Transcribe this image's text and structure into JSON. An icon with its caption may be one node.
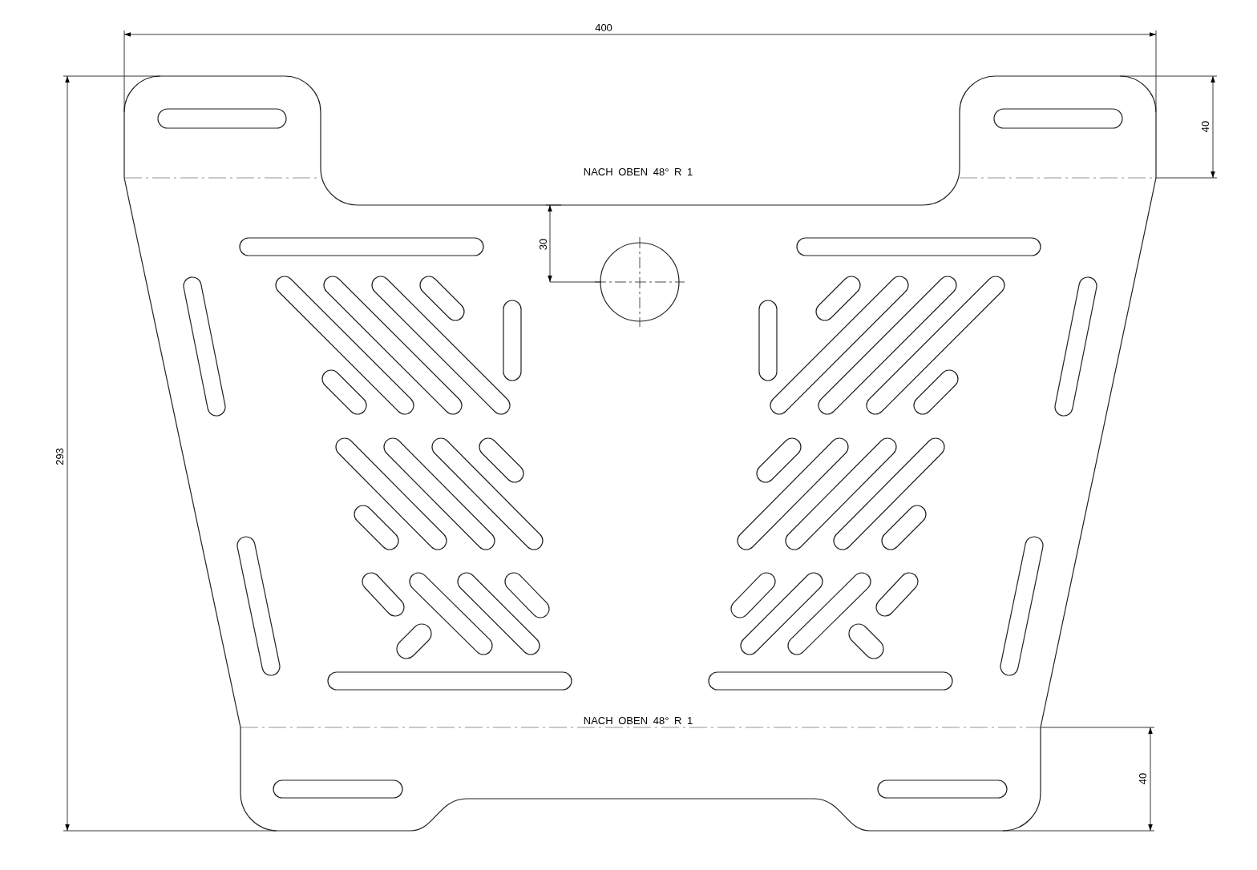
{
  "diagram": {
    "labels": [
      "400",
      "40",
      "NACH OBEN 48° R 1",
      "30",
      "293",
      "NACH OBEN 48° R 1",
      "40"
    ]
  }
}
